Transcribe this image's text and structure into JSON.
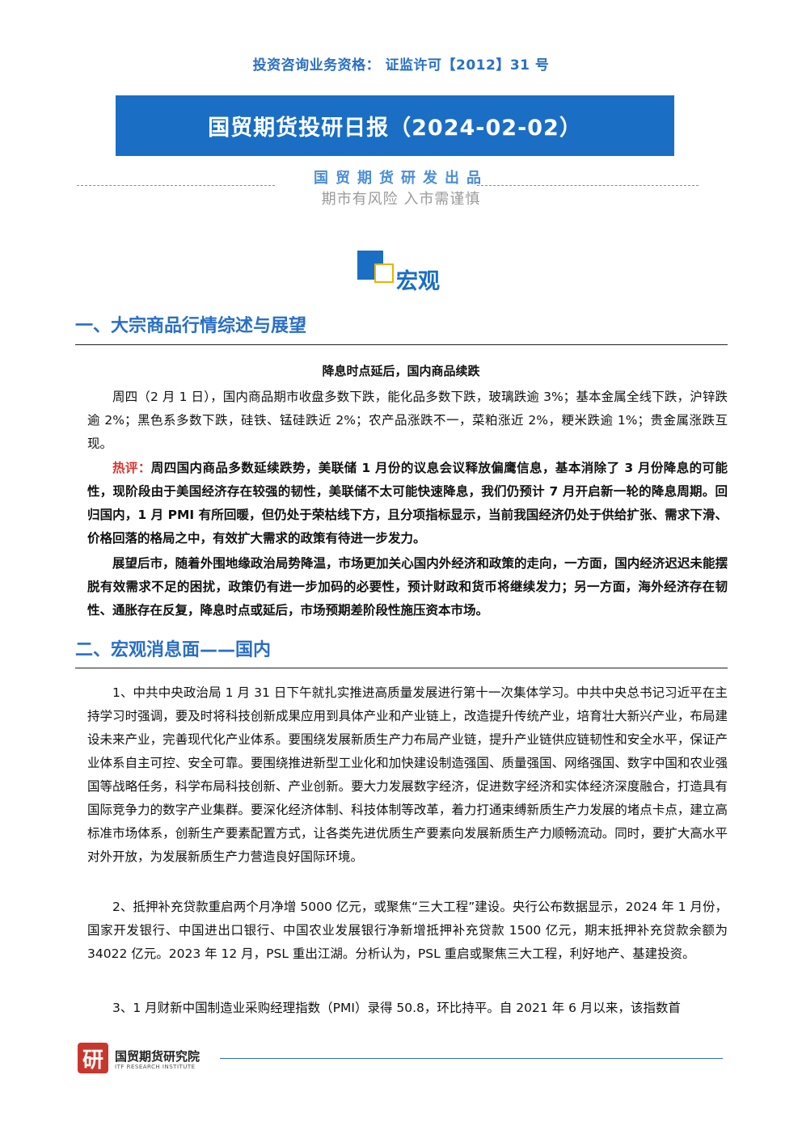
{
  "header": {
    "license": "投资咨询业务资格： 证监许可【2012】31 号",
    "banner_title": "国贸期货投研日报（2024-02-02）",
    "producer": "国贸期货研发出品",
    "risk_notice": "期市有风险 入市需谨慎"
  },
  "section": {
    "title": "宏观"
  },
  "part1": {
    "heading": "一、大宗商品行情综述与展望",
    "subtitle": "降息时点延后，国内商品续跌",
    "p1": "周四（2 月 1 日），国内商品期市收盘多数下跌，能化品多数下跌，玻璃跌逾 3%；基本金属全线下跌，沪锌跌逾 2%；黑色系多数下跌，硅铁、锰硅跌近 2%；农产品涨跌不一，菜粕涨近 2%，粳米跌逾 1%；贵金属涨跌互现。",
    "p2_label": "热评：",
    "p2": "周四国内商品多数延续跌势，美联储 1 月份的议息会议释放偏鹰信息，基本消除了 3 月份降息的可能性，现阶段由于美国经济存在较强的韧性，美联储不太可能快速降息，我们仍预计 7 月开启新一轮的降息周期。回归国内，1 月 PMI 有所回暖，但仍处于荣枯线下方，且分项指标显示，当前我国经济仍处于供给扩张、需求下滑、价格回落的格局之中，有效扩大需求的政策有待进一步发力。",
    "p3": "展望后市，随着外围地缘政治局势降温，市场更加关心国内外经济和政策的走向，一方面，国内经济迟迟未能摆脱有效需求不足的困扰，政策仍有进一步加码的必要性，预计财政和货币将继续发力；另一方面，海外经济存在韧性、通胀存在反复，降息时点或延后，市场预期差阶段性施压资本市场。"
  },
  "part2": {
    "heading": "二、宏观消息面——国内",
    "item1": "1、中共中央政治局 1 月 31 日下午就扎实推进高质量发展进行第十一次集体学习。中共中央总书记习近平在主持学习时强调，要及时将科技创新成果应用到具体产业和产业链上，改造提升传统产业，培育壮大新兴产业，布局建设未来产业，完善现代化产业体系。要围绕发展新质生产力布局产业链，提升产业链供应链韧性和安全水平，保证产业体系自主可控、安全可靠。要围绕推进新型工业化和加快建设制造强国、质量强国、网络强国、数字中国和农业强国等战略任务，科学布局科技创新、产业创新。要大力发展数字经济，促进数字经济和实体经济深度融合，打造具有国际竞争力的数字产业集群。要深化经济体制、科技体制等改革，着力打通束缚新质生产力发展的堵点卡点，建立高标准市场体系，创新生产要素配置方式，让各类先进优质生产要素向发展新质生产力顺畅流动。同时，要扩大高水平对外开放，为发展新质生产力营造良好国际环境。",
    "item2": "2、抵押补充贷款重启两个月净增 5000 亿元，或聚焦“三大工程”建设。央行公布数据显示，2024 年 1 月份，国家开发银行、中国进出口银行、中国农业发展银行净新增抵押补充贷款 1500 亿元，期末抵押补充贷款余额为 34022 亿元。2023 年 12 月，PSL 重出江湖。分析认为，PSL 重启或聚焦三大工程，利好地产、基建投资。",
    "item3": "3、1 月财新中国制造业采购经理指数（PMI）录得 50.8，环比持平。自 2021 年 6 月以来，该指数首"
  },
  "footer": {
    "logo_char": "研",
    "org_name": "国贸期货研究院",
    "org_en": "ITF RESEARCH INSTITUTE"
  }
}
